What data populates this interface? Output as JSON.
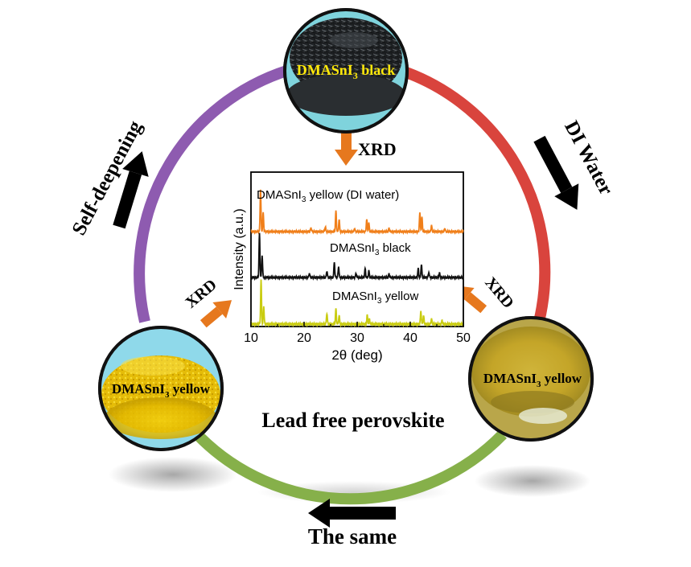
{
  "center_label": "Lead free perovskite",
  "cycle_labels": {
    "left": "Self-deepening",
    "right": "DI Water",
    "bottom": "The same"
  },
  "arrow_labels": {
    "top": "XRD",
    "left": "XRD",
    "right": "XRD"
  },
  "samples": {
    "top": {
      "base": "DMASnI",
      "sub": "3",
      "suffix": " black"
    },
    "left": {
      "base": "DMASnI",
      "sub": "3",
      "suffix": " yellow"
    },
    "right": {
      "base": "DMASnI",
      "sub": "3",
      "suffix": " yellow"
    }
  },
  "colors": {
    "ring_red": "#d9443d",
    "ring_purple": "#8e5bb0",
    "ring_green": "#86b04a",
    "arrow_orange": "#e6781e",
    "arrow_black": "#000000"
  },
  "chart_data": {
    "type": "line",
    "xlabel": "2θ (deg)",
    "ylabel": "Intensity (a.u.)",
    "xlim": [
      10,
      50
    ],
    "xticks": [
      10,
      20,
      30,
      40,
      50
    ],
    "series": [
      {
        "name": "DMASnI3 yellow (DI water)",
        "label_base": "DMASnI",
        "label_sub": "3",
        "label_suffix": " yellow (DI water)",
        "color": "#f07f1a",
        "peaks": [
          [
            11.8,
            1.0
          ],
          [
            12.3,
            0.45
          ],
          [
            21.3,
            0.1
          ],
          [
            24.0,
            0.12
          ],
          [
            26.0,
            0.5
          ],
          [
            26.6,
            0.3
          ],
          [
            29.5,
            0.08
          ],
          [
            31.8,
            0.3
          ],
          [
            32.2,
            0.2
          ],
          [
            36.0,
            0.08
          ],
          [
            41.8,
            0.45
          ],
          [
            42.2,
            0.35
          ],
          [
            44.0,
            0.15
          ],
          [
            46.5,
            0.08
          ]
        ]
      },
      {
        "name": "DMASnI3 black",
        "label_base": "DMASnI",
        "label_sub": "3",
        "label_suffix": " black",
        "color": "#111111",
        "peaks": [
          [
            11.6,
            1.0
          ],
          [
            12.1,
            0.5
          ],
          [
            21.0,
            0.1
          ],
          [
            24.3,
            0.15
          ],
          [
            25.7,
            0.35
          ],
          [
            26.5,
            0.25
          ],
          [
            29.8,
            0.1
          ],
          [
            31.5,
            0.2
          ],
          [
            32.2,
            0.15
          ],
          [
            36.0,
            0.08
          ],
          [
            41.5,
            0.2
          ],
          [
            42.1,
            0.3
          ],
          [
            43.5,
            0.12
          ],
          [
            45.5,
            0.1
          ]
        ]
      },
      {
        "name": "DMASnI3 yellow",
        "label_base": "DMASnI",
        "label_sub": "3",
        "label_suffix": " yellow",
        "color": "#c9cc10",
        "peaks": [
          [
            11.9,
            1.0
          ],
          [
            12.4,
            0.4
          ],
          [
            24.3,
            0.25
          ],
          [
            26.0,
            0.35
          ],
          [
            26.6,
            0.2
          ],
          [
            31.9,
            0.2
          ],
          [
            32.3,
            0.12
          ],
          [
            42.0,
            0.3
          ],
          [
            42.5,
            0.2
          ],
          [
            44.0,
            0.12
          ],
          [
            46.0,
            0.08
          ]
        ]
      }
    ]
  }
}
